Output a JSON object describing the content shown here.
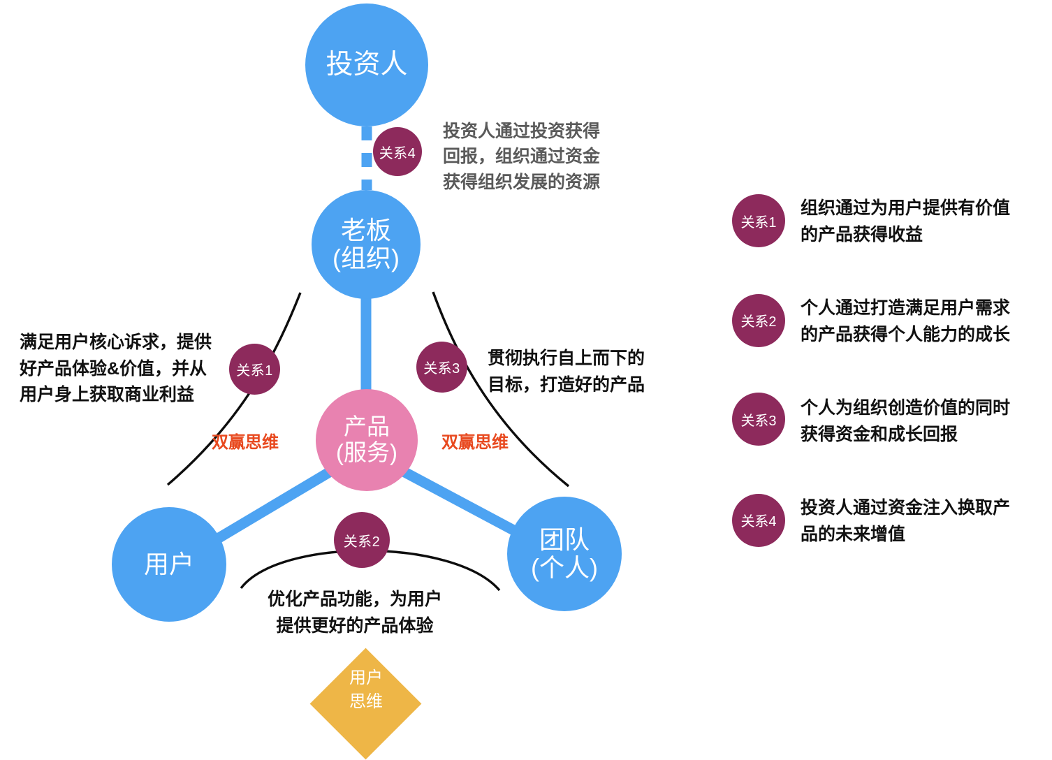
{
  "diagram": {
    "title_hidden": "",
    "colors": {
      "blue": "#4da3f2",
      "pink": "#e882b0",
      "purple": "#8d2a5c",
      "gold": "#eeb647",
      "red_accent": "#e8491f",
      "gray_text": "#5a5a5a",
      "dark_text": "#111111"
    },
    "nodes": {
      "investor": {
        "label": "投资人"
      },
      "boss": {
        "line1": "老板",
        "line2": "(组织)"
      },
      "product": {
        "line1": "产品",
        "line2": "(服务)"
      },
      "user": {
        "label": "用户"
      },
      "team": {
        "line1": "团队",
        "line2": "(个人)"
      }
    },
    "badges": {
      "r1": "关系1",
      "r2": "关系2",
      "r3": "关系3",
      "r4": "关系4"
    },
    "annotations": {
      "r4": "投资人通过投资获得\n回报，组织通过资金\n获得组织发展的资源",
      "r1": "满足用户核心诉求，提供\n好产品体验&价值，并从\n用户身上获取商业利益",
      "r3": "贯彻执行自上而下的\n目标，打造好的产品",
      "r2": "优化产品功能，为用户\n提供更好的产品体验"
    },
    "winwin": {
      "left": "双赢思维",
      "right": "双赢思维"
    },
    "diamond": {
      "label": "用户\n思维"
    }
  },
  "legend": {
    "items": [
      {
        "badge": "关系1",
        "text": "组织通过为用户提供有价值的产品获得收益"
      },
      {
        "badge": "关系2",
        "text": "个人通过打造满足用户需求的产品获得个人能力的成长"
      },
      {
        "badge": "关系3",
        "text": "个人为组织创造价值的同时获得资金和成长回报"
      },
      {
        "badge": "关系4",
        "text": "投资人通过资金注入换取产品的未来增值"
      }
    ]
  }
}
